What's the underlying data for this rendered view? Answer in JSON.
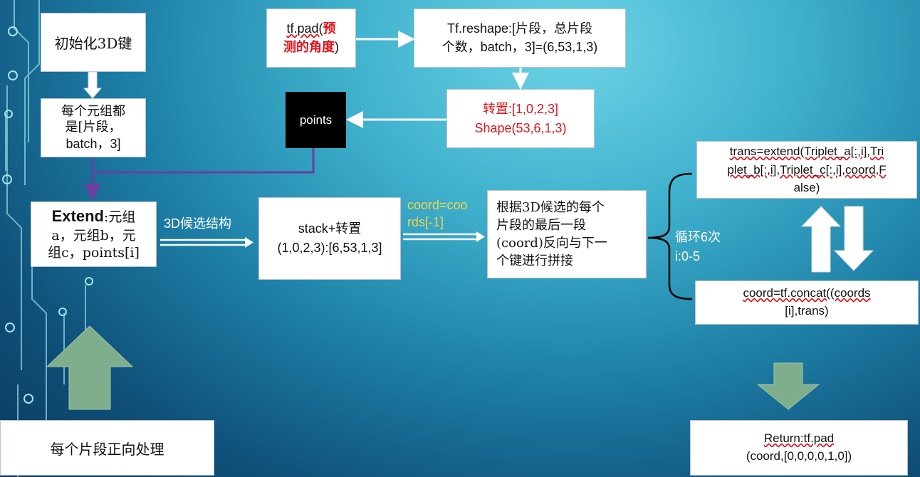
{
  "boxes": {
    "init": "初始化3D键",
    "tuple_l1": "每个元组都",
    "tuple_l2": "是[片段，",
    "tuple_l3": "batch，3]",
    "extend_bold": "Extend",
    "extend_rest": ":元组",
    "extend_l2": "a，元组b，元",
    "extend_l3": "组c，points[i]",
    "tfpad_a": "tf.pad(",
    "tfpad_red1": "预",
    "tfpad_red2": "测的角度",
    "tfpad_close": ")",
    "reshape_l1": "Tf.reshape:[片段，总片段",
    "reshape_l2": "个数，batch，3]=(6,53,1,3)",
    "transpose_l1": "转置:[1,0,2,3]",
    "transpose_l2": "Shape(53,6,1,3)",
    "points": "points",
    "stack_l1": "stack+转置",
    "stack_l2": "(1,0,2,3):[6,53,1,3]",
    "concat_l1": "根据3D候选的每个",
    "concat_l2": "片段的最后一段",
    "concat_l3": "(coord)反向与下一",
    "concat_l4": "个键进行拼接",
    "trans_l1": "trans=extend(Triplet_a[:,i],Tri",
    "trans_l2": "plet_b[:,i],Triplet_c[:,i],coord,F",
    "trans_l3": "alse)",
    "coord_l1": "coord=tf.concat((coords",
    "coord_l2": "[i],trans)",
    "return_l1": "Return:tf.pad",
    "return_l2": "(coord,[0,0,0,0,1,0])",
    "forward": "每个片段正向处理"
  },
  "labels": {
    "struct3d": "3D候选结构",
    "coord_eq1": "coord=coo",
    "coord_eq2": "rds[-1]",
    "loop1": "循环6次",
    "loop2": "i:0-5"
  },
  "colors": {
    "accent_red": "#e0141c",
    "purple_line": "#6a3fa0",
    "arrow_fill": "#7fae8c",
    "label_yellow": "#f2d44a"
  }
}
